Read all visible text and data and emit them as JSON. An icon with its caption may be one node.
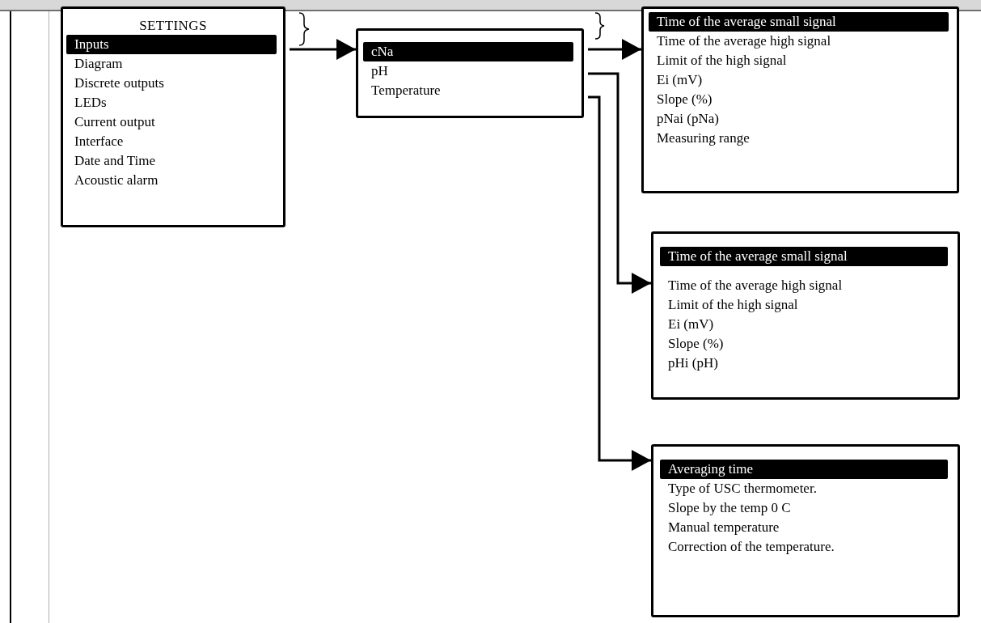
{
  "diagram": {
    "nodes": [
      {
        "text": [
          "SETTINGS",
          "Inputs",
          "Diagram",
          "Discrete outputs",
          "LEDs",
          "Current output",
          "Interface",
          "Date and Time",
          "Acoustic alarm"
        ]
      },
      {
        "text": [
          "cNa",
          "pH",
          "Temperature"
        ]
      },
      {
        "text": [
          "Time of the average small signal",
          "Time of the average high signal",
          "Limit of the high signal",
          "Ei (mV)",
          "Slope (%)",
          "pNai (pNa)",
          "Measuring range"
        ]
      },
      {
        "text": [
          "Time of the average small signal",
          "Time of the average high signal",
          "Limit of the high signal",
          "Ei (mV)",
          "Slope (%)",
          "pHi (pH)"
        ]
      },
      {
        "text": [
          "Averaging time",
          "Type of USC thermometer.",
          "Slope by the temp 0 C",
          "Manual temperature",
          "Correction of the temperature."
        ]
      }
    ],
    "edges": [
      {
        "from": 0,
        "to": 1,
        "arrow": "to"
      },
      {
        "from": 1,
        "to": 2,
        "arrow": "to"
      },
      {
        "from": 1,
        "to": 3,
        "arrow": "to"
      },
      {
        "from": 1,
        "to": 4,
        "arrow": "to"
      }
    ]
  }
}
